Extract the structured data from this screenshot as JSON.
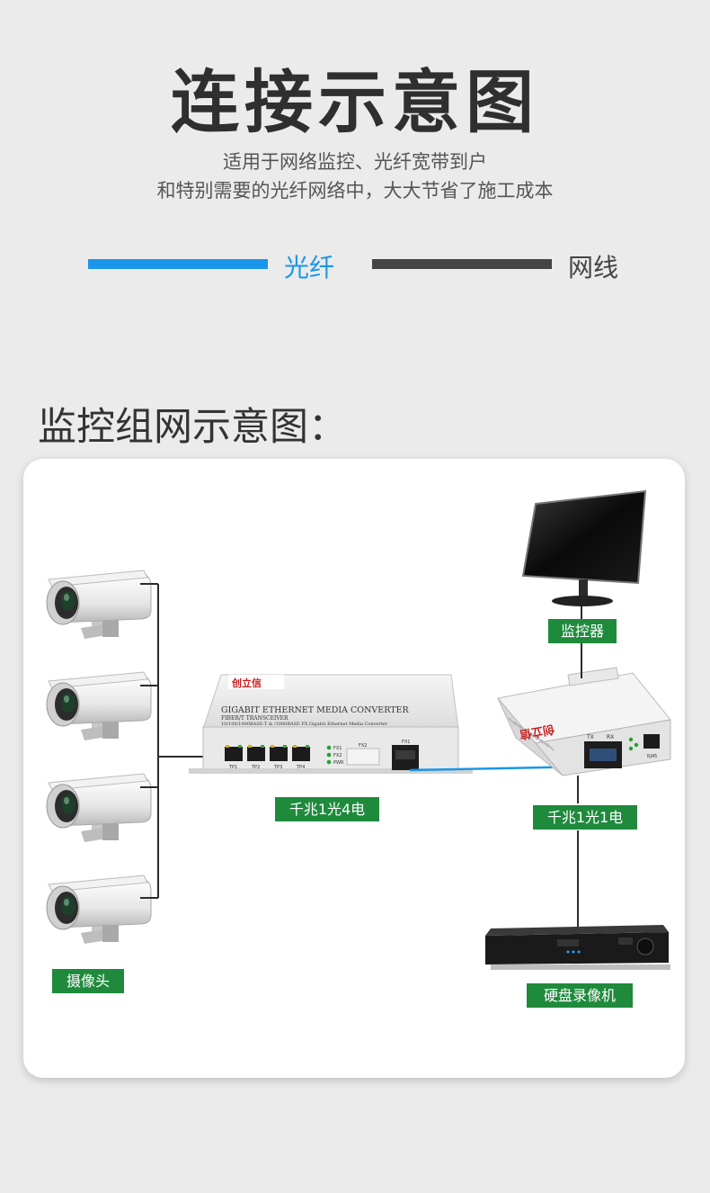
{
  "header": {
    "title": "连接示意图",
    "subtitle_line1": "适用于网络监控、光纤宽带到户",
    "subtitle_line2": "和特别需要的光纤网络中，大大节省了施工成本"
  },
  "legend": {
    "fiber_label": "光纤",
    "fiber_color": "#1a96ea",
    "cable_label": "网线",
    "cable_color": "#454545"
  },
  "section": {
    "title": "监控组网示意图："
  },
  "diagram": {
    "tag_color": "#1f8a3c",
    "cameras_label": "摄像头",
    "converter_4port": {
      "label": "千兆1光4电",
      "brand": "创立信",
      "line1": "GIGABIT ETHERNET MEDIA CONVERTER",
      "line2": "FIBER/T TRANSCEIVER",
      "line3": "10/100/1000BASE-T & /1000BASE FX Gigabit Ethernet Media Converter",
      "port_labels": [
        "TP1",
        "TP2",
        "TP3",
        "TP4"
      ],
      "led_labels": [
        "FX1",
        "FX2",
        "PWR"
      ],
      "fx2_label": "FX2",
      "fx1_label": "FX1"
    },
    "converter_1port": {
      "label": "千兆1光1电",
      "brand": "创立信",
      "tx_label": "TX",
      "rx_label": "RX",
      "rj45_label": "RJ45"
    },
    "monitor_label": "监控器",
    "nvr_label": "硬盘录像机"
  }
}
